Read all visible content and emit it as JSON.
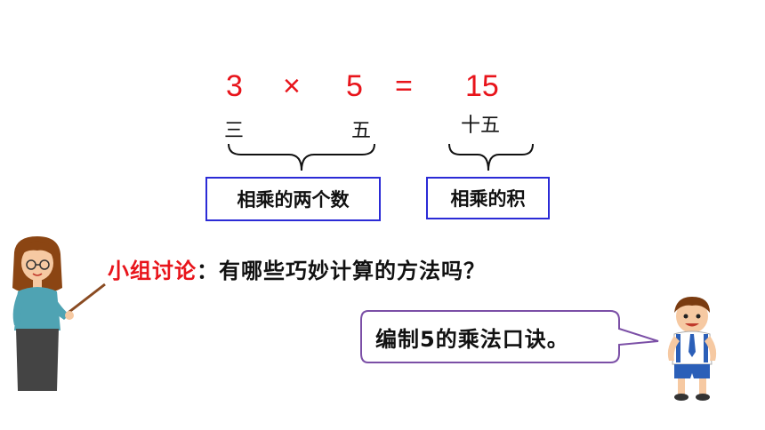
{
  "equation": {
    "factor1": "3",
    "times": "×",
    "factor2": "5",
    "equals": "=",
    "product": "15"
  },
  "chinese": {
    "factor1": "三",
    "factor2": "五",
    "product": "十五"
  },
  "labels": {
    "factors": "相乘的两个数",
    "product": "相乘的积"
  },
  "discussion": {
    "title": "小组讨论",
    "colon": "：",
    "question": "有哪些巧妙计算的方法吗？"
  },
  "speech": {
    "text": "编制5的乘法口诀。"
  },
  "colors": {
    "equation": "#e8141b",
    "box_border": "#2b2bd6",
    "bubble_border": "#7b4fa6"
  }
}
